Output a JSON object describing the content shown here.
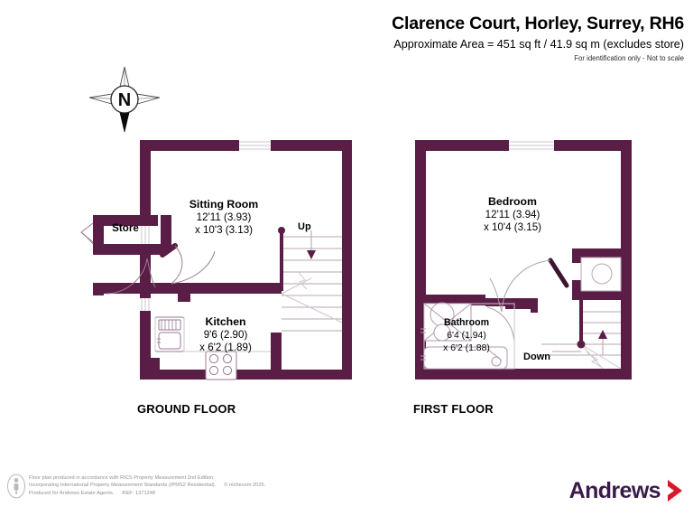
{
  "header": {
    "title": "Clarence Court, Horley, Surrey, RH6",
    "area": "Approximate Area = 451 sq ft / 41.9 sq m (excludes store)",
    "disclaimer": "For identification only - Not to scale"
  },
  "compass": {
    "north_letter": "N"
  },
  "floors": [
    {
      "caption": "GROUND FLOOR",
      "rooms": [
        {
          "name": "Sitting Room",
          "dim1": "12'11 (3.93)",
          "dim2": "x 10'3 (3.13)"
        },
        {
          "name": "Kitchen",
          "dim1": "9'6 (2.90)",
          "dim2": "x 6'2 (1.89)"
        },
        {
          "name": "Store",
          "dim1": "",
          "dim2": ""
        }
      ],
      "stair_label": "Up"
    },
    {
      "caption": "FIRST FLOOR",
      "rooms": [
        {
          "name": "Bedroom",
          "dim1": "12'11 (3.94)",
          "dim2": "x 10'4 (3.15)"
        },
        {
          "name": "Bathroom",
          "dim1": "6'4 (1.94)",
          "dim2": "x 6'2 (1.88)"
        }
      ],
      "stair_label": "Down"
    }
  ],
  "footer": {
    "line1": "Floor plan produced in accordance with RICS Property Measurement 2nd Edition.",
    "line2a": "Incorporating International Property Measurement Standards (IPMS2 Residential).",
    "line2b": "© nichecom 2025.",
    "line3a": "Produced for Andrews Estate Agents.",
    "line3b": "REF: 1371248"
  },
  "brand": {
    "name": "Andrews",
    "text_color": "#3b1a4a",
    "chevron_color": "#d7182a"
  },
  "colors": {
    "wall": "#5a1d46",
    "fixture_line": "#9b7a93",
    "stair_line": "#b7a6b4",
    "background": "#ffffff"
  }
}
